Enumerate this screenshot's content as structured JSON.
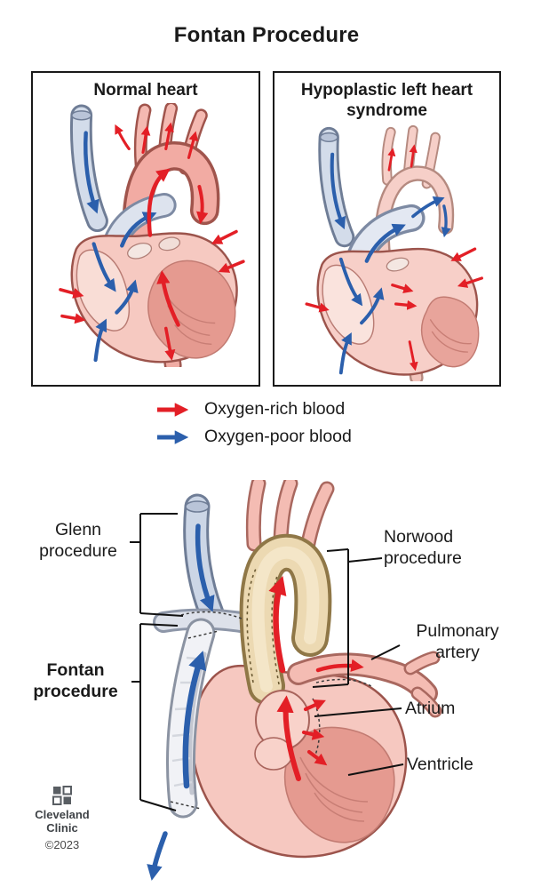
{
  "title": "Fontan Procedure",
  "panels": {
    "normal": {
      "title": "Normal heart"
    },
    "hlhs": {
      "title": "Hypoplastic left heart syndrome"
    }
  },
  "legend": {
    "oxygen_rich": "Oxygen-rich blood",
    "oxygen_poor": "Oxygen-poor blood"
  },
  "callouts": {
    "glenn": "Glenn procedure",
    "fontan": "Fontan procedure",
    "norwood": "Norwood procedure",
    "pulmonary_artery": "Pulmonary artery",
    "atrium": "Atrium",
    "ventricle": "Ventricle"
  },
  "footer": {
    "brand_line1": "Cleveland",
    "brand_line2": "Clinic",
    "year": "©2023"
  },
  "colors": {
    "oxygen_rich_arrow": "#e31f26",
    "oxygen_poor_arrow": "#2b5fac",
    "heart_pink": "#f6c8c0",
    "muscle_pink": "#e59a90",
    "vessel_blue_gray": "#ccd6e6",
    "norwood_graft_tan": "#ecd9b2",
    "fontan_conduit_white": "#f1f2f6"
  }
}
